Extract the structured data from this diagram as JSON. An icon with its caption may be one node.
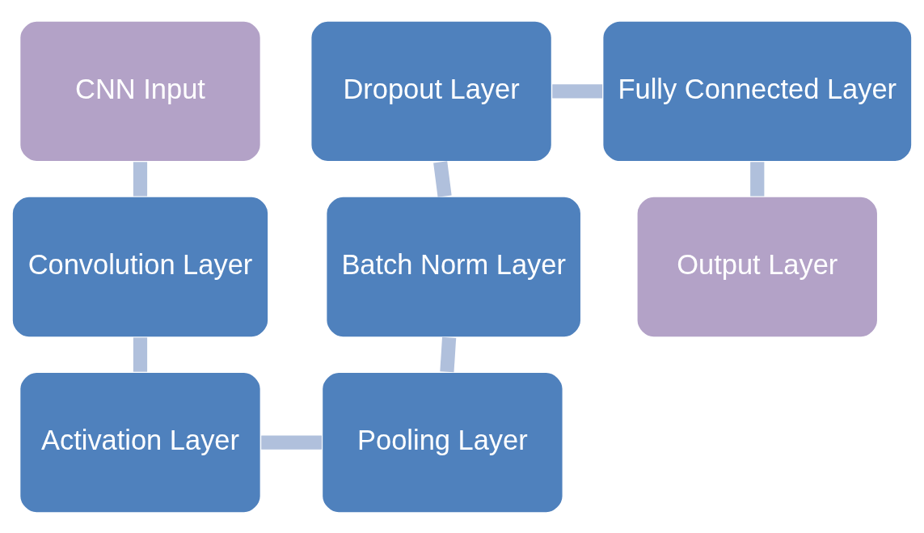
{
  "diagram": {
    "nodes": [
      {
        "text": [
          "CNN Input"
        ]
      },
      {
        "text": [
          "Convolution Layer"
        ]
      },
      {
        "text": [
          "Activation Layer"
        ]
      },
      {
        "text": [
          "Pooling Layer"
        ]
      },
      {
        "text": [
          "Batch Norm Layer"
        ]
      },
      {
        "text": [
          "Dropout Layer"
        ]
      },
      {
        "text": [
          "Fully Connected Layer"
        ]
      },
      {
        "text": [
          "Output Layer"
        ]
      }
    ],
    "edges": [
      {
        "from": 0,
        "to": 1,
        "arrow": "none"
      },
      {
        "from": 1,
        "to": 2,
        "arrow": "none"
      },
      {
        "from": 2,
        "to": 3,
        "arrow": "none"
      },
      {
        "from": 3,
        "to": 4,
        "arrow": "none"
      },
      {
        "from": 4,
        "to": 5,
        "arrow": "none"
      },
      {
        "from": 5,
        "to": 6,
        "arrow": "none"
      },
      {
        "from": 6,
        "to": 7,
        "arrow": "none"
      }
    ]
  }
}
